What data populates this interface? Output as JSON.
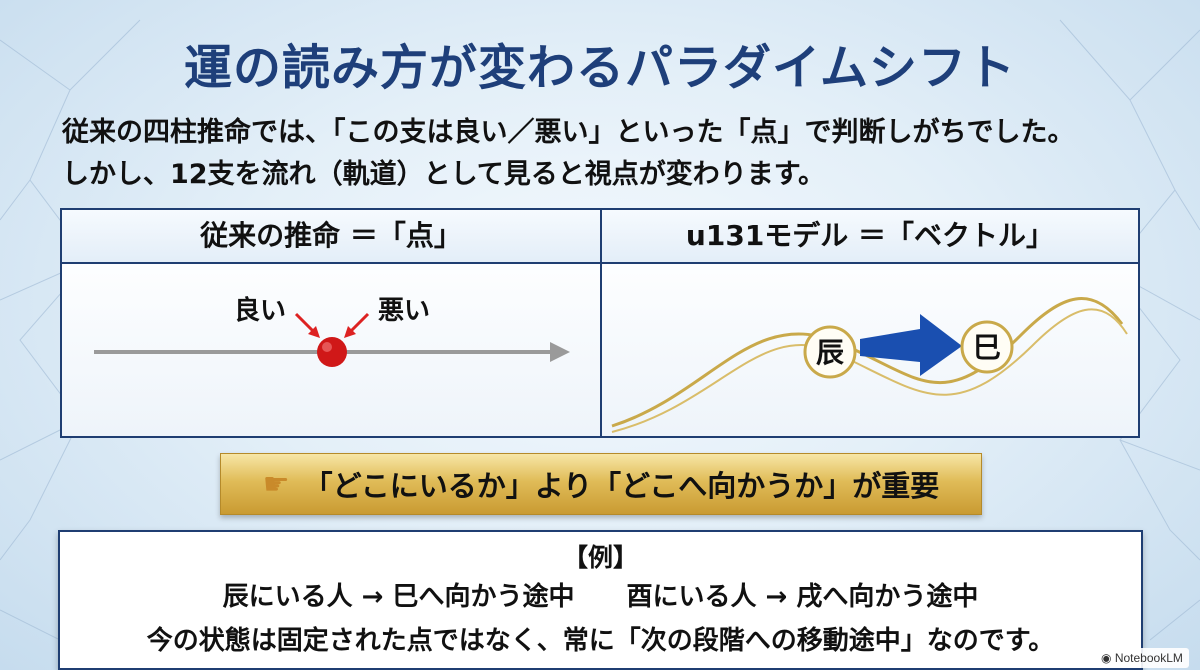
{
  "title": "運の読み方が変わるパラダイムシフト",
  "intro": {
    "line1": "従来の四柱推命では、「この支は良い／悪い」といった「点」で判断しがちでした。",
    "line2": "しかし、12支を流れ（軌道）として見ると視点が変わります。"
  },
  "comparison": {
    "left": {
      "header": "従来の推命 ＝「点」",
      "good_label": "良い",
      "bad_label": "悪い"
    },
    "right": {
      "header": "u131モデル ＝「ベクトル」",
      "from_node": "辰",
      "to_node": "巳"
    }
  },
  "banner": {
    "icon": "pointing-hand-icon",
    "text": "「どこにいるか」より「どこへ向かうか」が重要"
  },
  "example": {
    "title": "【例】",
    "line1": "辰にいる人 → 巳へ向かう途中　　酉にいる人 → 戌へ向かう途中",
    "line2": "今の状態は固定された点ではなく、常に「次の段階への移動途中」なのです。"
  },
  "badge": {
    "text": "NotebookLM"
  },
  "colors": {
    "title": "#1e3f7a",
    "border": "#1f3e72",
    "point": "#d01818",
    "arrow_blue": "#1a4fb0",
    "gold": "#c9a94a"
  }
}
